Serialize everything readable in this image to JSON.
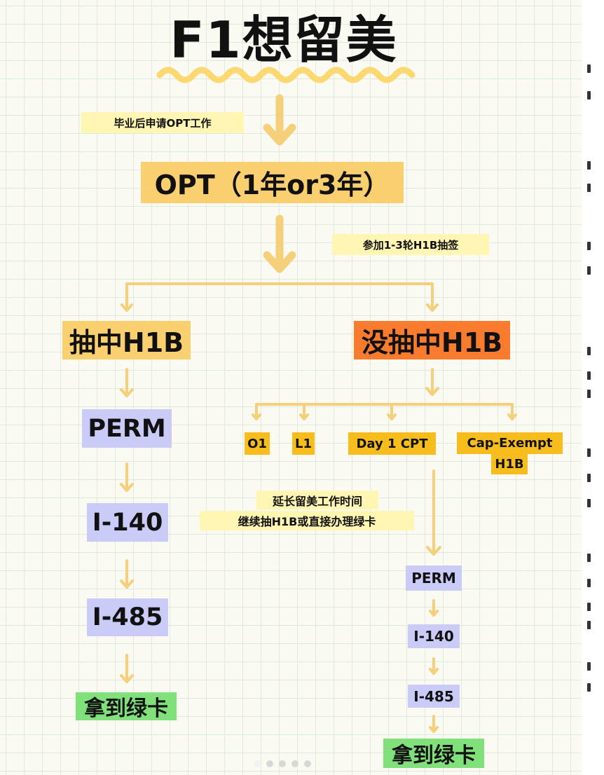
{
  "title": "F1想留美",
  "labels": {
    "graduate_opt": "毕业后申请OPT工作",
    "lottery": "参加1-3轮H1B抽签",
    "extend_line1": "延长留美工作时间",
    "extend_line2": "继续抽H1B或直接办理绿卡"
  },
  "nodes": {
    "opt": "OPT（1年or3年）",
    "h1b_selected": "抽中H1B",
    "h1b_not_selected": "没抽中H1B",
    "left_perm": "PERM",
    "left_i140": "I-140",
    "left_i485": "I-485",
    "left_green_card": "拿到绿卡",
    "o1": "O1",
    "l1": "L1",
    "day1cpt": "Day 1 CPT",
    "cap_exempt_line1": "Cap-Exempt",
    "cap_exempt_line2": "H1B",
    "right_perm": "PERM",
    "right_i140": "I-140",
    "right_i485": "I-485",
    "right_green_card": "拿到绿卡"
  },
  "colors": {
    "arrow": "#f6cf7a",
    "yellow": "#f9cf70",
    "orange": "#f97c2e",
    "purple": "#cbcbf8",
    "green": "#80e07a",
    "amber": "#f7bd1d",
    "label_bg": "#fff6b3",
    "squiggle": "#fbd870"
  }
}
